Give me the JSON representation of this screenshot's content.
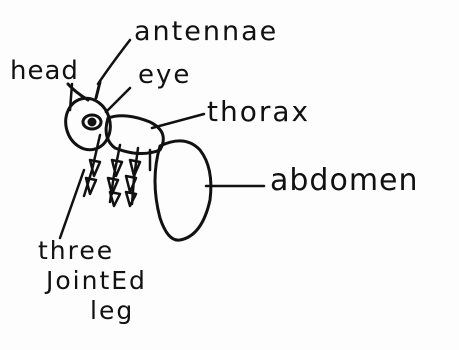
{
  "labels": {
    "antennae": "antennae",
    "head": "head",
    "eye": "eye",
    "thorax": "thorax",
    "abdomen": "abdomen",
    "legs": [
      "three",
      "JointEd",
      "leg"
    ]
  },
  "colors": {
    "ink": "#111111",
    "paper": "#fdfdfd"
  }
}
